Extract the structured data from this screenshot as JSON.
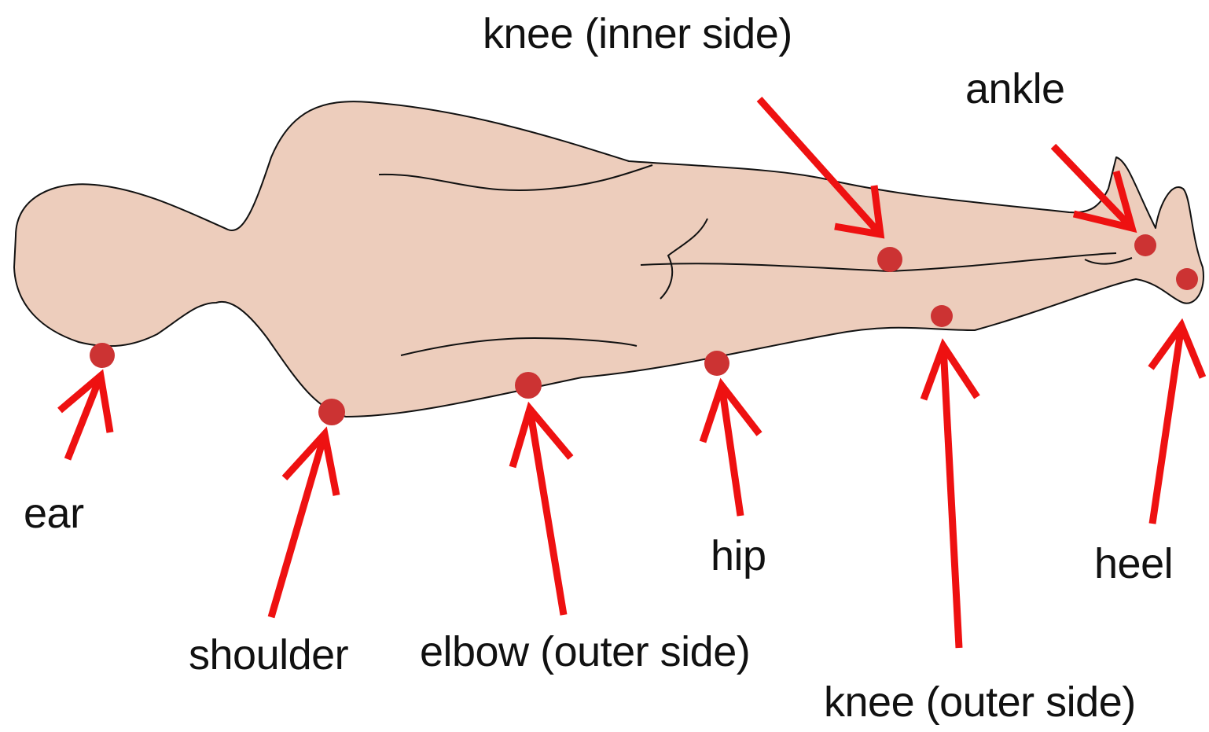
{
  "colors": {
    "skin": "#edcdbc",
    "outline": "#111111",
    "arrow": "#ee1111",
    "dot": "#cc3333"
  },
  "labels": {
    "knee_inner": "knee (inner side)",
    "ankle": "ankle",
    "ear": "ear",
    "hip": "hip",
    "heel": "heel",
    "shoulder": "shoulder",
    "elbow_outer": "elbow (outer side)",
    "knee_outer": "knee (outer side)"
  }
}
